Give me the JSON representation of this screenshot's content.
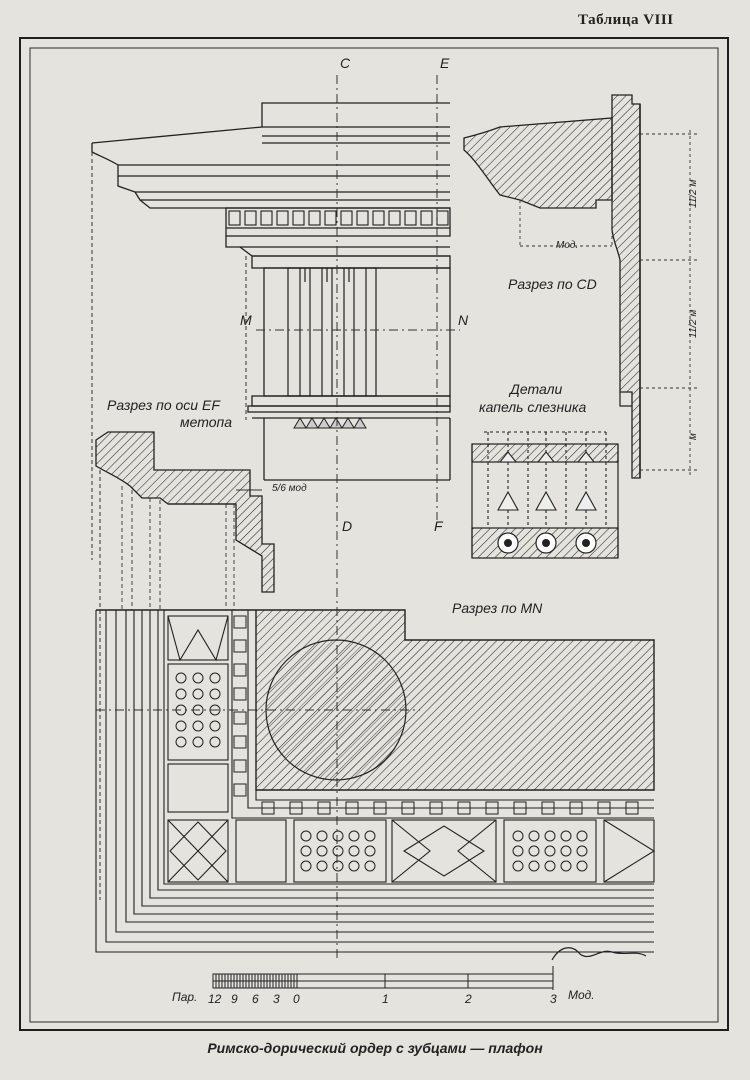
{
  "plate_number": "Таблица VIII",
  "axis_labels": {
    "c": "C",
    "e": "E",
    "d": "D",
    "f": "F",
    "m": "M",
    "n": "N"
  },
  "section_cd": "Разрез по CD",
  "section_ef_line1": "Разрез по оси EF",
  "section_ef_line2": "метопа",
  "details_line1": "Детали",
  "details_line2": "капель слезника",
  "section_mn": "Разрез по MN",
  "dims": {
    "mod": "Мод.",
    "five_sixth": "5/6 мод",
    "one_half_1": "11/2 м",
    "one_half_2": "11/2 м",
    "m": "м"
  },
  "scale": {
    "par": "Пар.",
    "ticks_left": [
      "12",
      "9",
      "6",
      "3",
      "0"
    ],
    "ticks_right": [
      "1",
      "2",
      "3"
    ],
    "mod": "Мод."
  },
  "caption": "Римско-дорический ордер с зубцами — плафон"
}
